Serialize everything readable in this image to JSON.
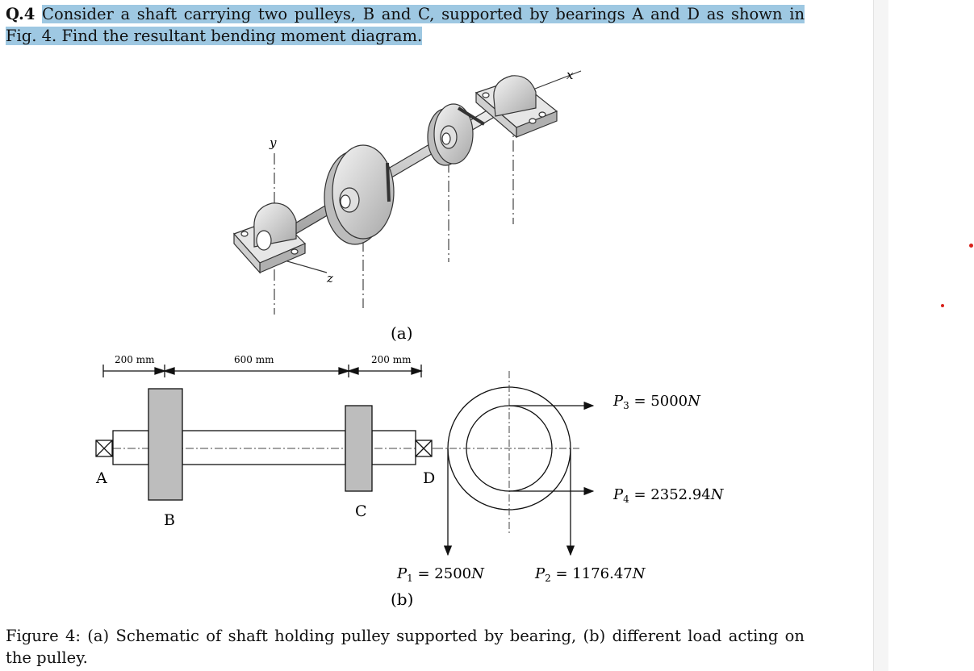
{
  "question": {
    "number": "Q.4",
    "text": "Consider a shaft carrying two pulleys, B and C, supported by bearings A and D as shown in Fig. 4. Find the resultant bending moment diagram."
  },
  "figure_a": {
    "axis_x": "x",
    "axis_y": "y",
    "axis_z": "z",
    "label": "(a)"
  },
  "figure_b": {
    "dimensions": [
      "200 mm",
      "600 mm",
      "200 mm"
    ],
    "point_labels": {
      "A": "A",
      "B": "B",
      "C": "C",
      "D": "D"
    },
    "loads": {
      "P1": {
        "sym": "P",
        "sub": "1",
        "eq": " = 2500",
        "unit": "N"
      },
      "P2": {
        "sym": "P",
        "sub": "2",
        "eq": " = 1176.47",
        "unit": "N"
      },
      "P3": {
        "sym": "P",
        "sub": "3",
        "eq": " = 5000",
        "unit": "N"
      },
      "P4": {
        "sym": "P",
        "sub": "4",
        "eq": " = 2352.94",
        "unit": "N"
      }
    },
    "label": "(b)"
  },
  "caption": "Figure 4: (a) Schematic of shaft holding pulley supported by bearing, (b) different load acting on the pulley.",
  "colors": {
    "highlight": "#9ec8e2",
    "pulley_fill": "#bdbdbd",
    "annotation_dot": "#d8201a"
  }
}
